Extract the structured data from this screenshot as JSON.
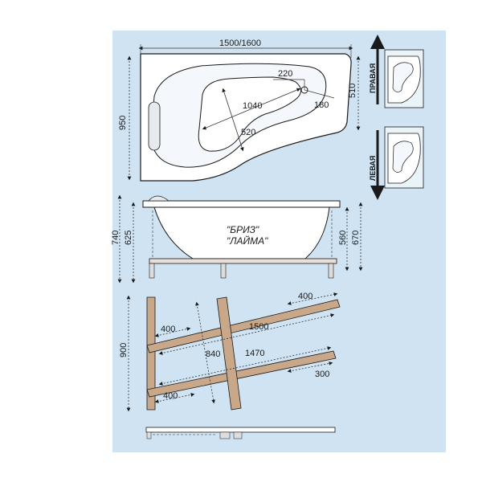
{
  "diagram": {
    "top_view": {
      "width_label": "1500/1600",
      "depth_label": "950",
      "bowl_length_label": "1040",
      "bowl_width_label": "520",
      "drain_top_label": "220",
      "drain_side_label": "180",
      "right_depth_label": "510"
    },
    "orientation": {
      "right_label": "ПРАВАЯ",
      "left_label": "ЛЕВАЯ"
    },
    "side_view": {
      "total_height_label": "740",
      "tub_height_label": "625",
      "inner_height_label": "560",
      "outer_height_label": "670",
      "model_name_1": "\"БРИЗ\"",
      "model_name_2": "\"ЛАЙМА\""
    },
    "frame_view": {
      "frame_depth_label": "900",
      "top_right_label": "400",
      "top_left_label": "400",
      "upper_bar_label": "1500",
      "lower_bar_label": "1470",
      "vertical_label": "840",
      "right_offset_label": "300",
      "bottom_left_label": "400"
    }
  },
  "colors": {
    "background_panel": "#cfe3f2",
    "line": "#1a1a1a",
    "frame_bar": "#c9a88a",
    "dim_line": "#333333"
  }
}
